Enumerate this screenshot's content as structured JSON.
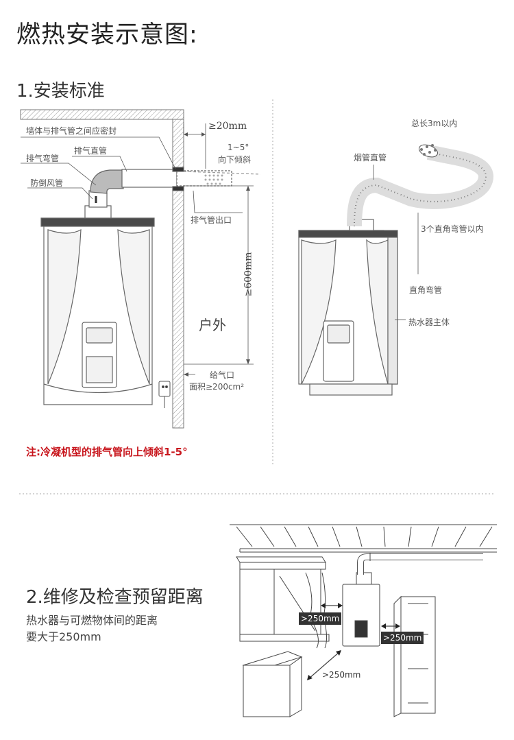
{
  "page_title": "燃热安装示意图:",
  "section1": {
    "heading": "1.安装标准",
    "left_labels": {
      "wall_seal": "墙体与排气管之间应密封",
      "gap": "≥20mm",
      "straight_pipe": "排气直管",
      "elbow": "排气弯管",
      "slope_top": "1~5°",
      "slope_bottom": "向下倾斜",
      "anti_backdraft": "防倒风管",
      "exhaust_outlet": "排气管出口",
      "height": "≥600mm",
      "outdoor": "户外",
      "air_inlet": "给气口",
      "inlet_area": "面积≥200cm²"
    },
    "right_labels": {
      "total_length": "总长3m以内",
      "flue_straight": "烟管直管",
      "elbow_count": "3个直角弯管以内",
      "right_angle": "直角弯管",
      "heater_body": "热水器主体"
    },
    "note": "注:冷凝机型的排气管向上倾斜1-5°"
  },
  "section2": {
    "heading": "2.维修及检查预留距离",
    "desc_line1": "热水器与可燃物体间的距离",
    "desc_line2": "要大于250mm",
    "dist_left": ">250mm",
    "dist_right": ">250mm",
    "dist_front": ">250mm"
  },
  "colors": {
    "accent_red": "#c8161d",
    "line": "#555555",
    "heater_top": "#4a4a4a"
  }
}
